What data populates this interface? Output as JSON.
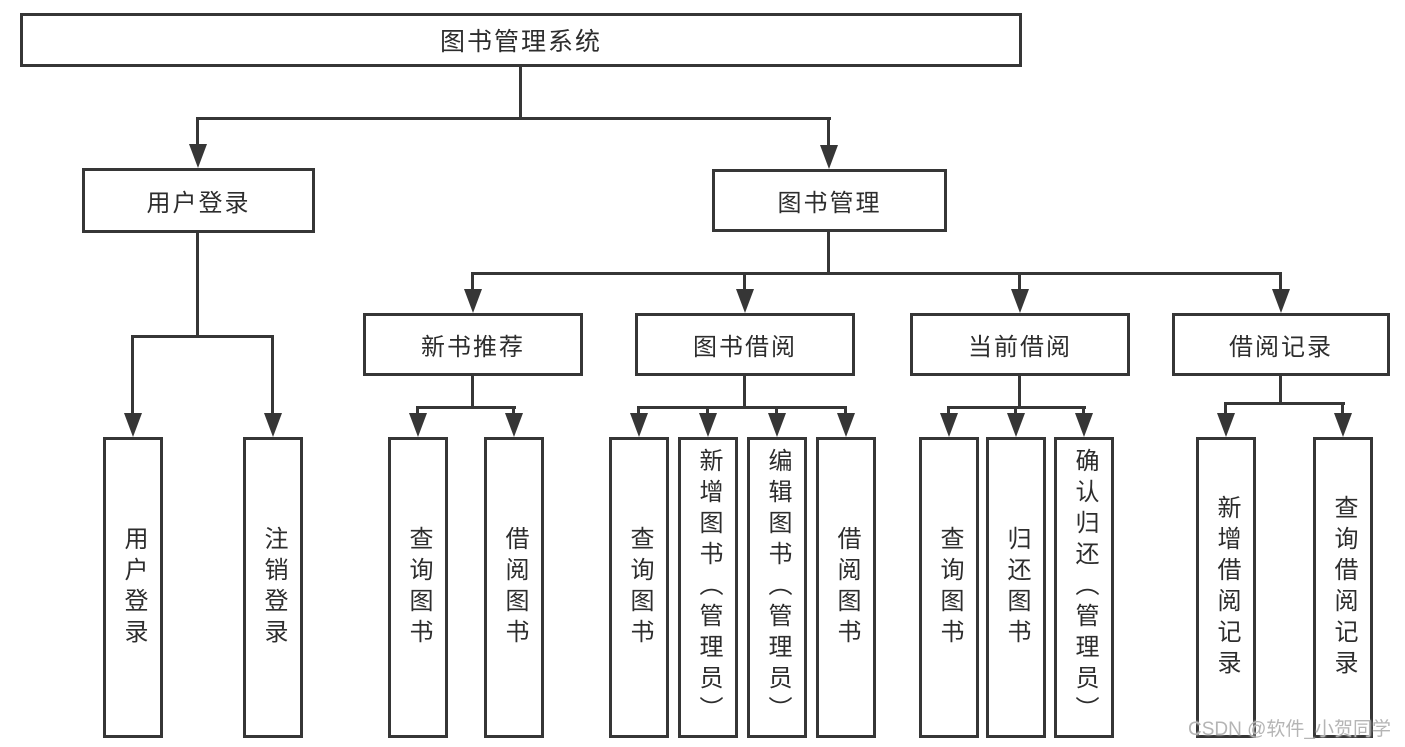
{
  "tree": {
    "root": "图书管理系统",
    "children": [
      {
        "label": "用户登录",
        "children": [
          "用户登录",
          "注销登录"
        ]
      },
      {
        "label": "图书管理",
        "children": [
          {
            "label": "新书推荐",
            "children": [
              "查询图书",
              "借阅图书"
            ]
          },
          {
            "label": "图书借阅",
            "children": [
              "查询图书",
              "新增图书（管理员）",
              "编辑图书（管理员）",
              "借阅图书"
            ]
          },
          {
            "label": "当前借阅",
            "children": [
              "查询图书",
              "归还图书",
              "确认归还（管理员）"
            ]
          },
          {
            "label": "借阅记录",
            "children": [
              "新增借阅记录",
              "查询借阅记录"
            ]
          }
        ]
      }
    ]
  },
  "watermark": {
    "text": "CSDN @软件_小贺同学"
  },
  "colors": {
    "line": "#363636",
    "text": "#2d2d2d",
    "watermark": "#b5b5b5",
    "background": "#ffffff"
  }
}
